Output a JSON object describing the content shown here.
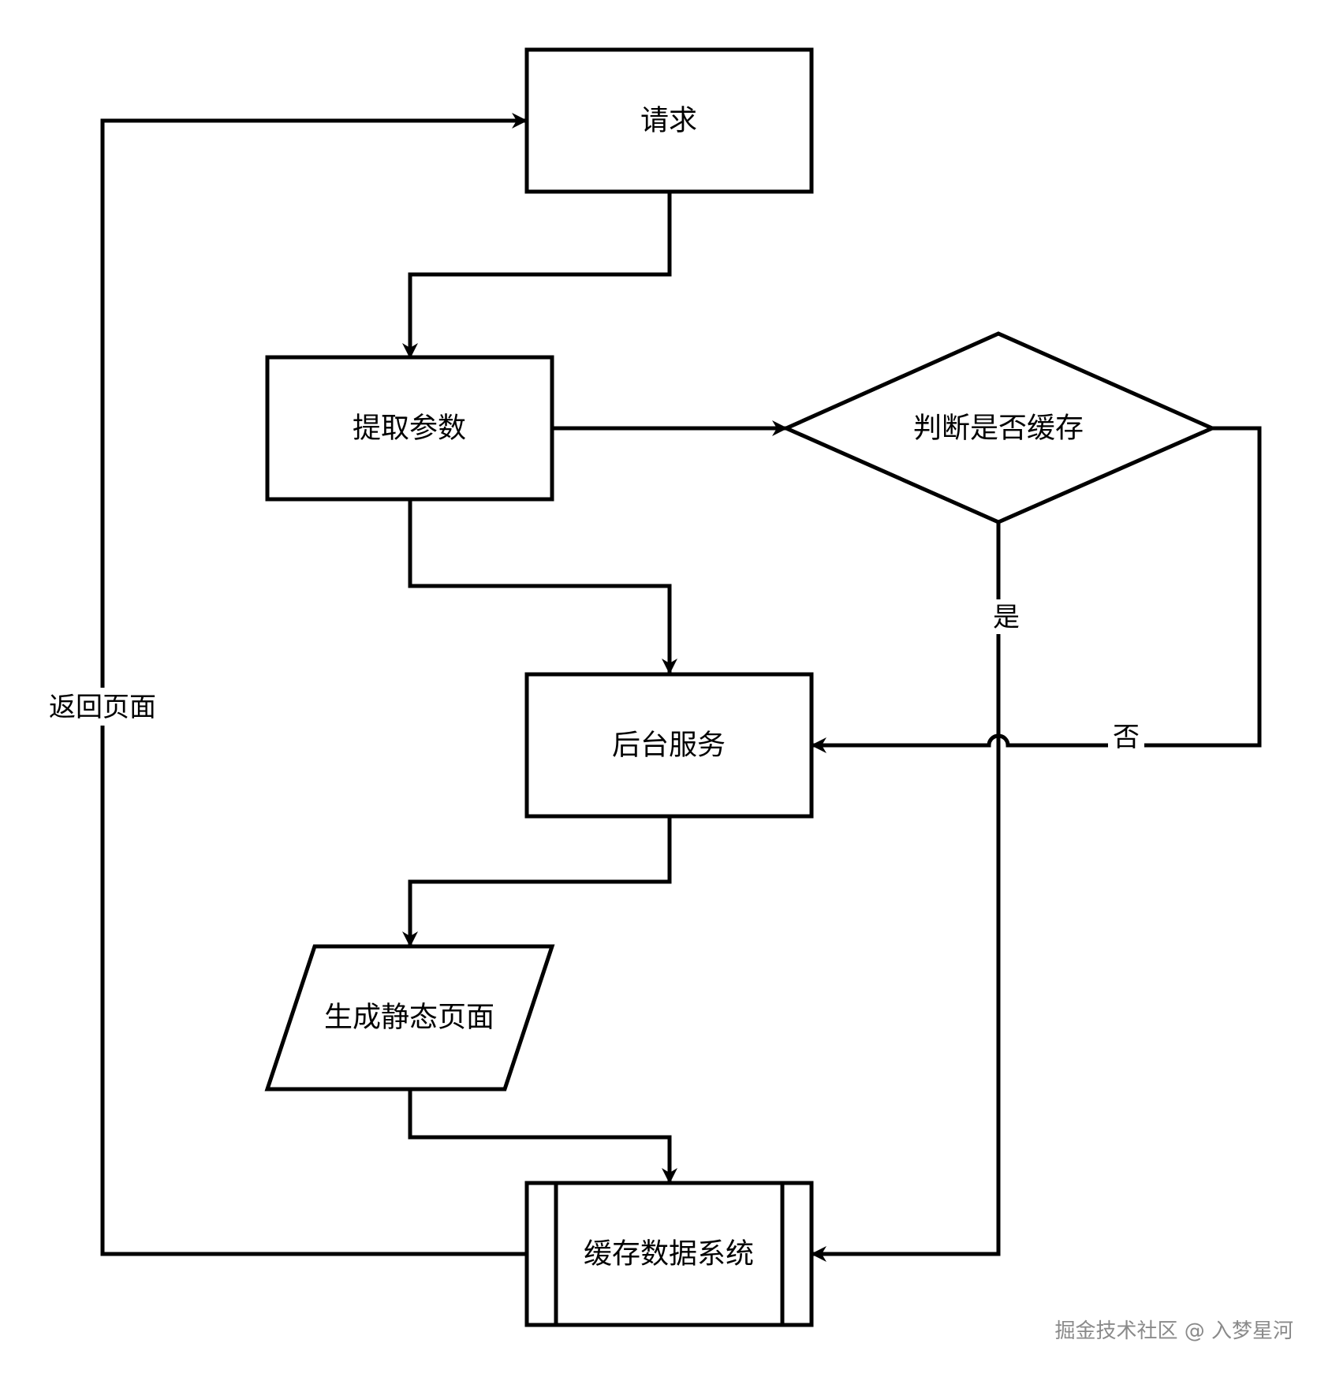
{
  "nodes": {
    "request": "请求",
    "extract_params": "提取参数",
    "check_cache": "判断是否缓存",
    "backend_service": "后台服务",
    "generate_static_page": "生成静态页面",
    "cache_data_system": "缓存数据系统"
  },
  "edges": {
    "yes_label": "是",
    "no_label": "否",
    "return_page_label": "返回页面"
  },
  "watermark": "掘金技术社区 @ 入梦星河",
  "colors": {
    "stroke": "#000000",
    "background": "#ffffff",
    "watermark": "#8a8a8a"
  }
}
